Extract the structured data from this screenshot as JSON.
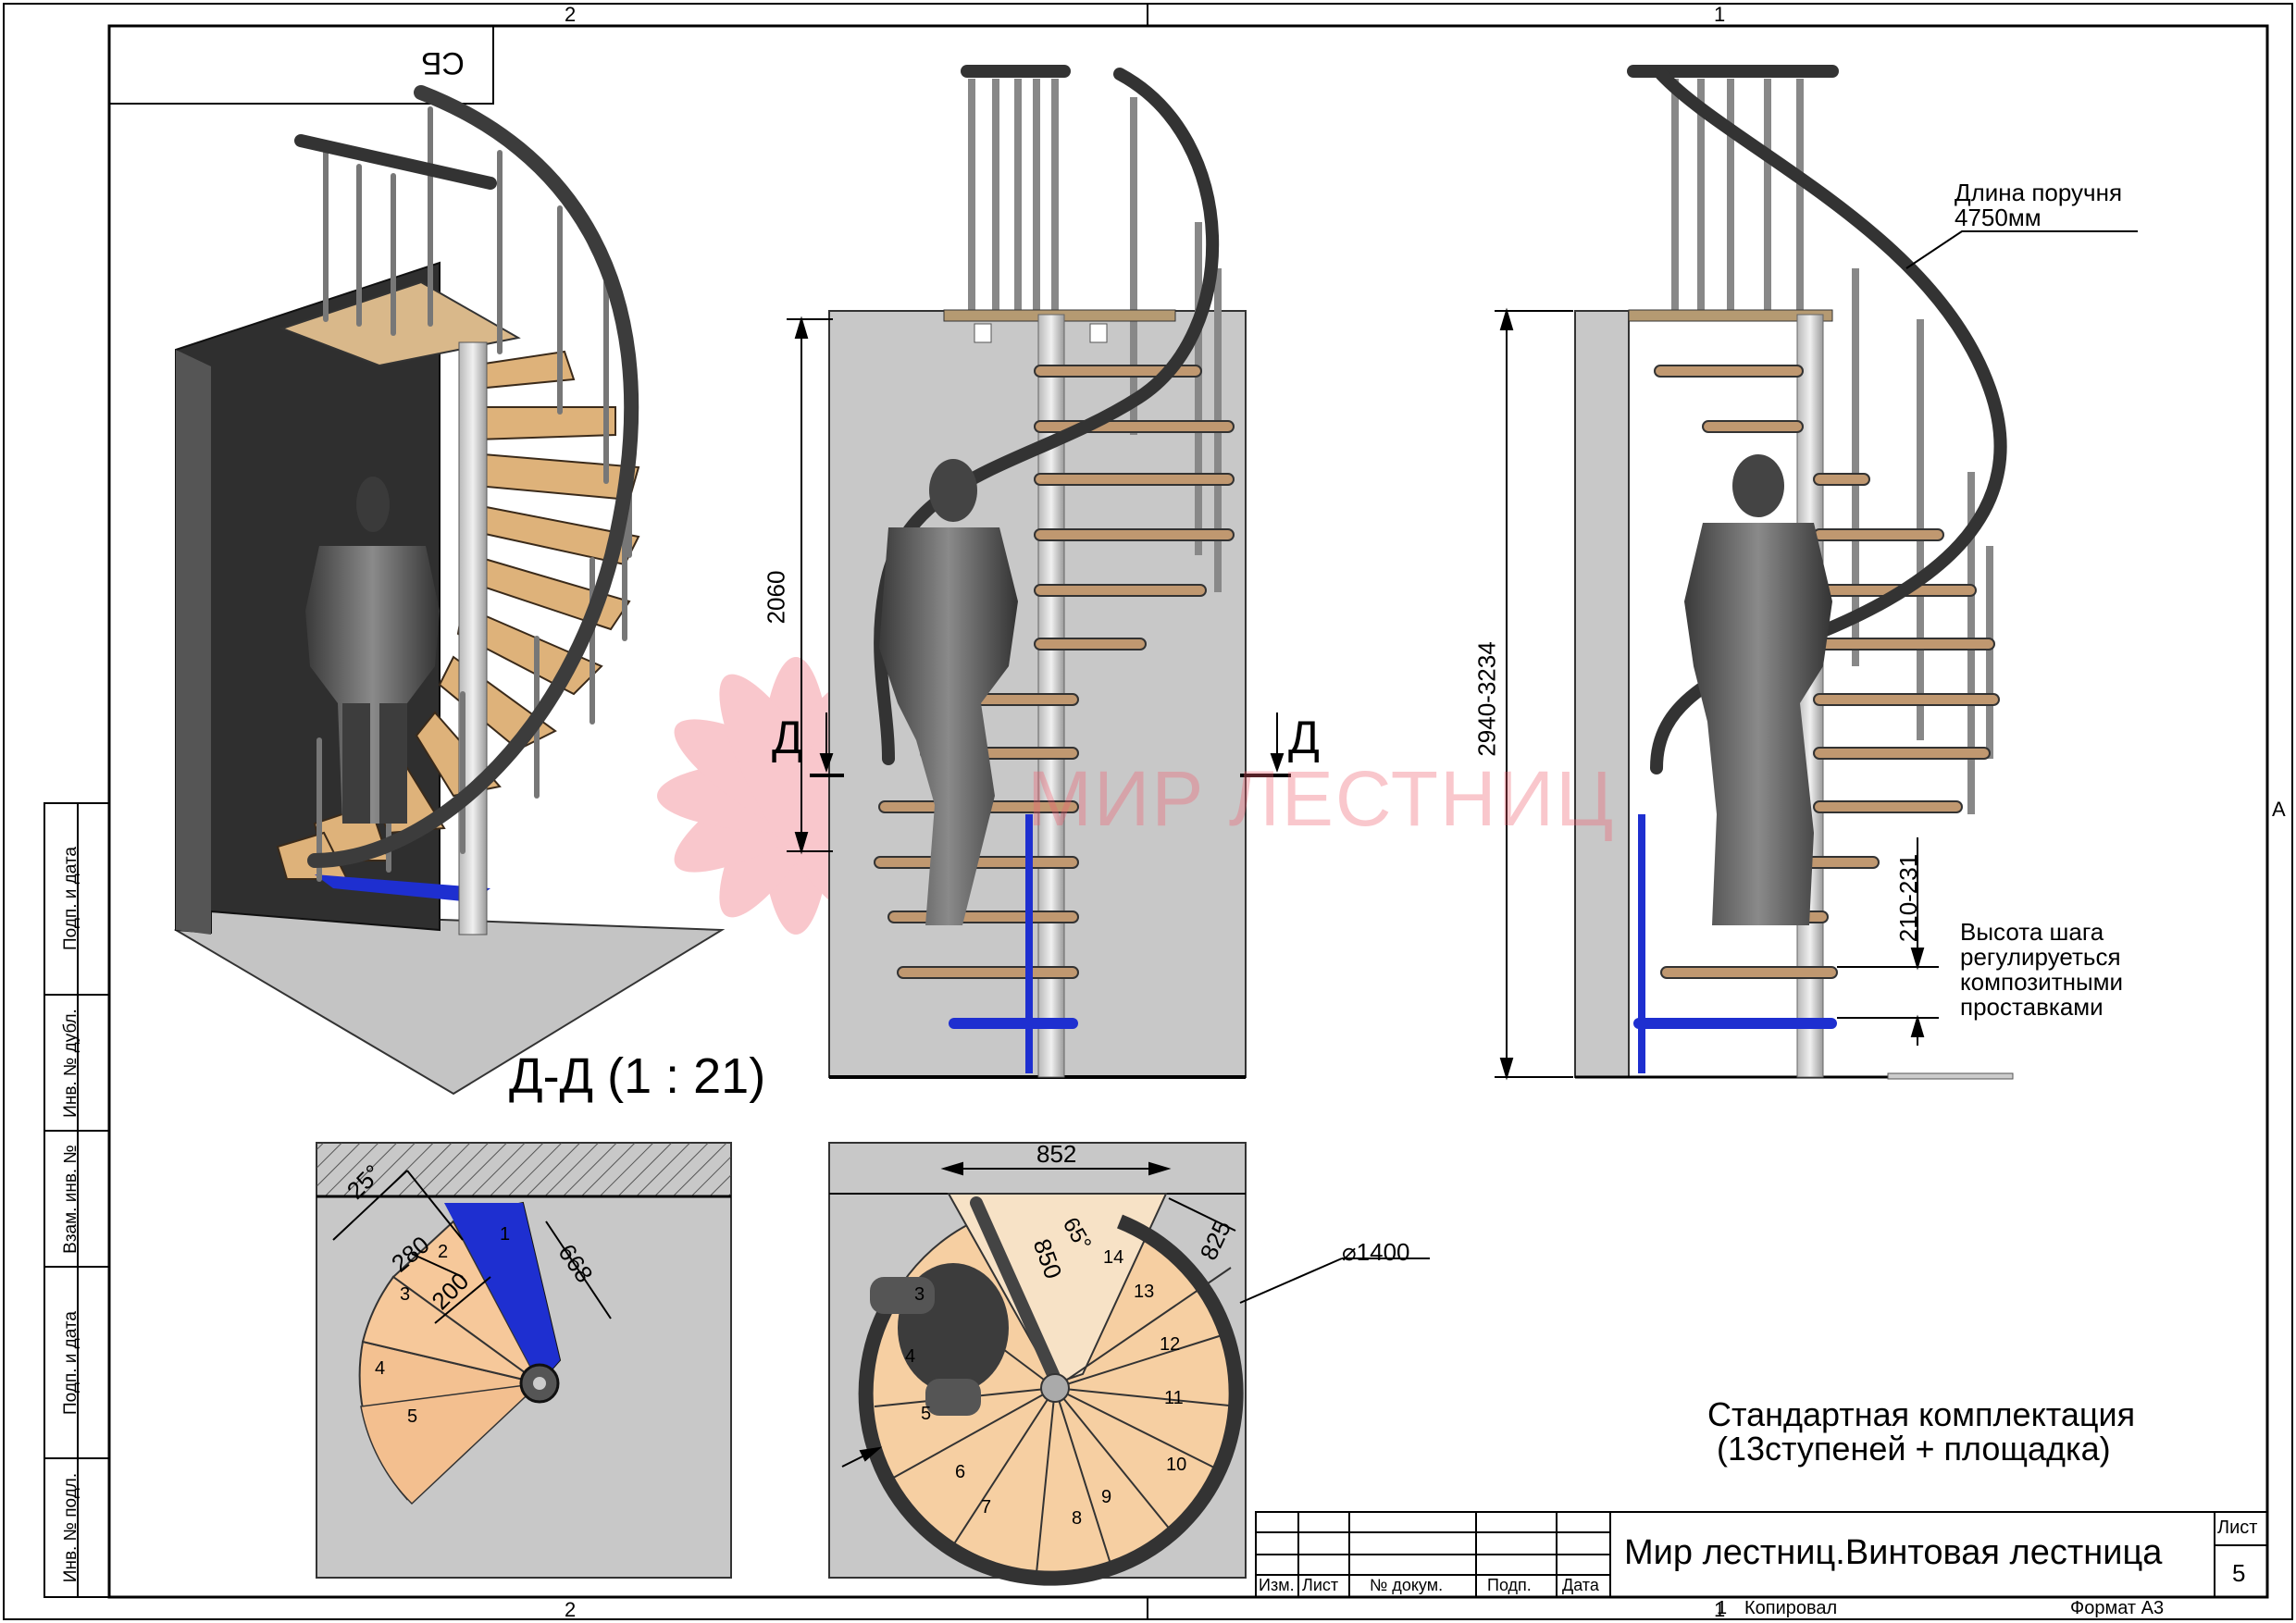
{
  "frame": {
    "zone_top_left": "2",
    "zone_top_right": "1",
    "zone_bottom_left": "2",
    "zone_bottom_right": "1",
    "zone_side": "A",
    "rotated_code": "СБ"
  },
  "side_stamp": {
    "fields": [
      "Подп. и дата",
      "Инв. № дубл.",
      "Взам. инв. №",
      "Подп. и дата",
      "Инв. № подл."
    ]
  },
  "views": {
    "section_label": "Д-Д (1 : 21)",
    "cut_left": "Д",
    "cut_right": "Д",
    "dim_height_middle": "2060",
    "dim_total_height": "2940-3234",
    "dim_step_height": "210-231",
    "handrail_note_line1": "Длина поручня",
    "handrail_note_line2": "4750мм",
    "step_note_line1": "Высота шага",
    "step_note_line2": "регулируеться",
    "step_note_line3": "композитными",
    "step_note_line4": "проставками",
    "watermark": "МИР ЛЕСТНИЦ"
  },
  "plan_left": {
    "angle": "25°",
    "dim_280": "280",
    "dim_200": "200",
    "dim_668": "668",
    "step_numbers": [
      "1",
      "2",
      "3",
      "4",
      "5"
    ]
  },
  "plan_right": {
    "dim_852": "852",
    "dim_850": "850",
    "dim_825": "825",
    "angle": "65°",
    "diameter": "⌀1400",
    "step_numbers": [
      "3",
      "4",
      "5",
      "6",
      "7",
      "8",
      "9",
      "10",
      "11",
      "12",
      "13",
      "14"
    ]
  },
  "package": {
    "line1": "Стандартная комплектация",
    "line2": "(13ступеней + площадка)"
  },
  "title_block": {
    "title": "Мир лестниц.Винтовая лестница",
    "col_izm": "Изм.",
    "col_list": "Лист",
    "col_doc": "№ докум.",
    "col_podp": "Подп.",
    "col_data": "Дата",
    "sheet_label": "Лист",
    "sheet_number": "5",
    "copy_number": "1",
    "copied": "Копировал",
    "format": "Формат А3"
  }
}
